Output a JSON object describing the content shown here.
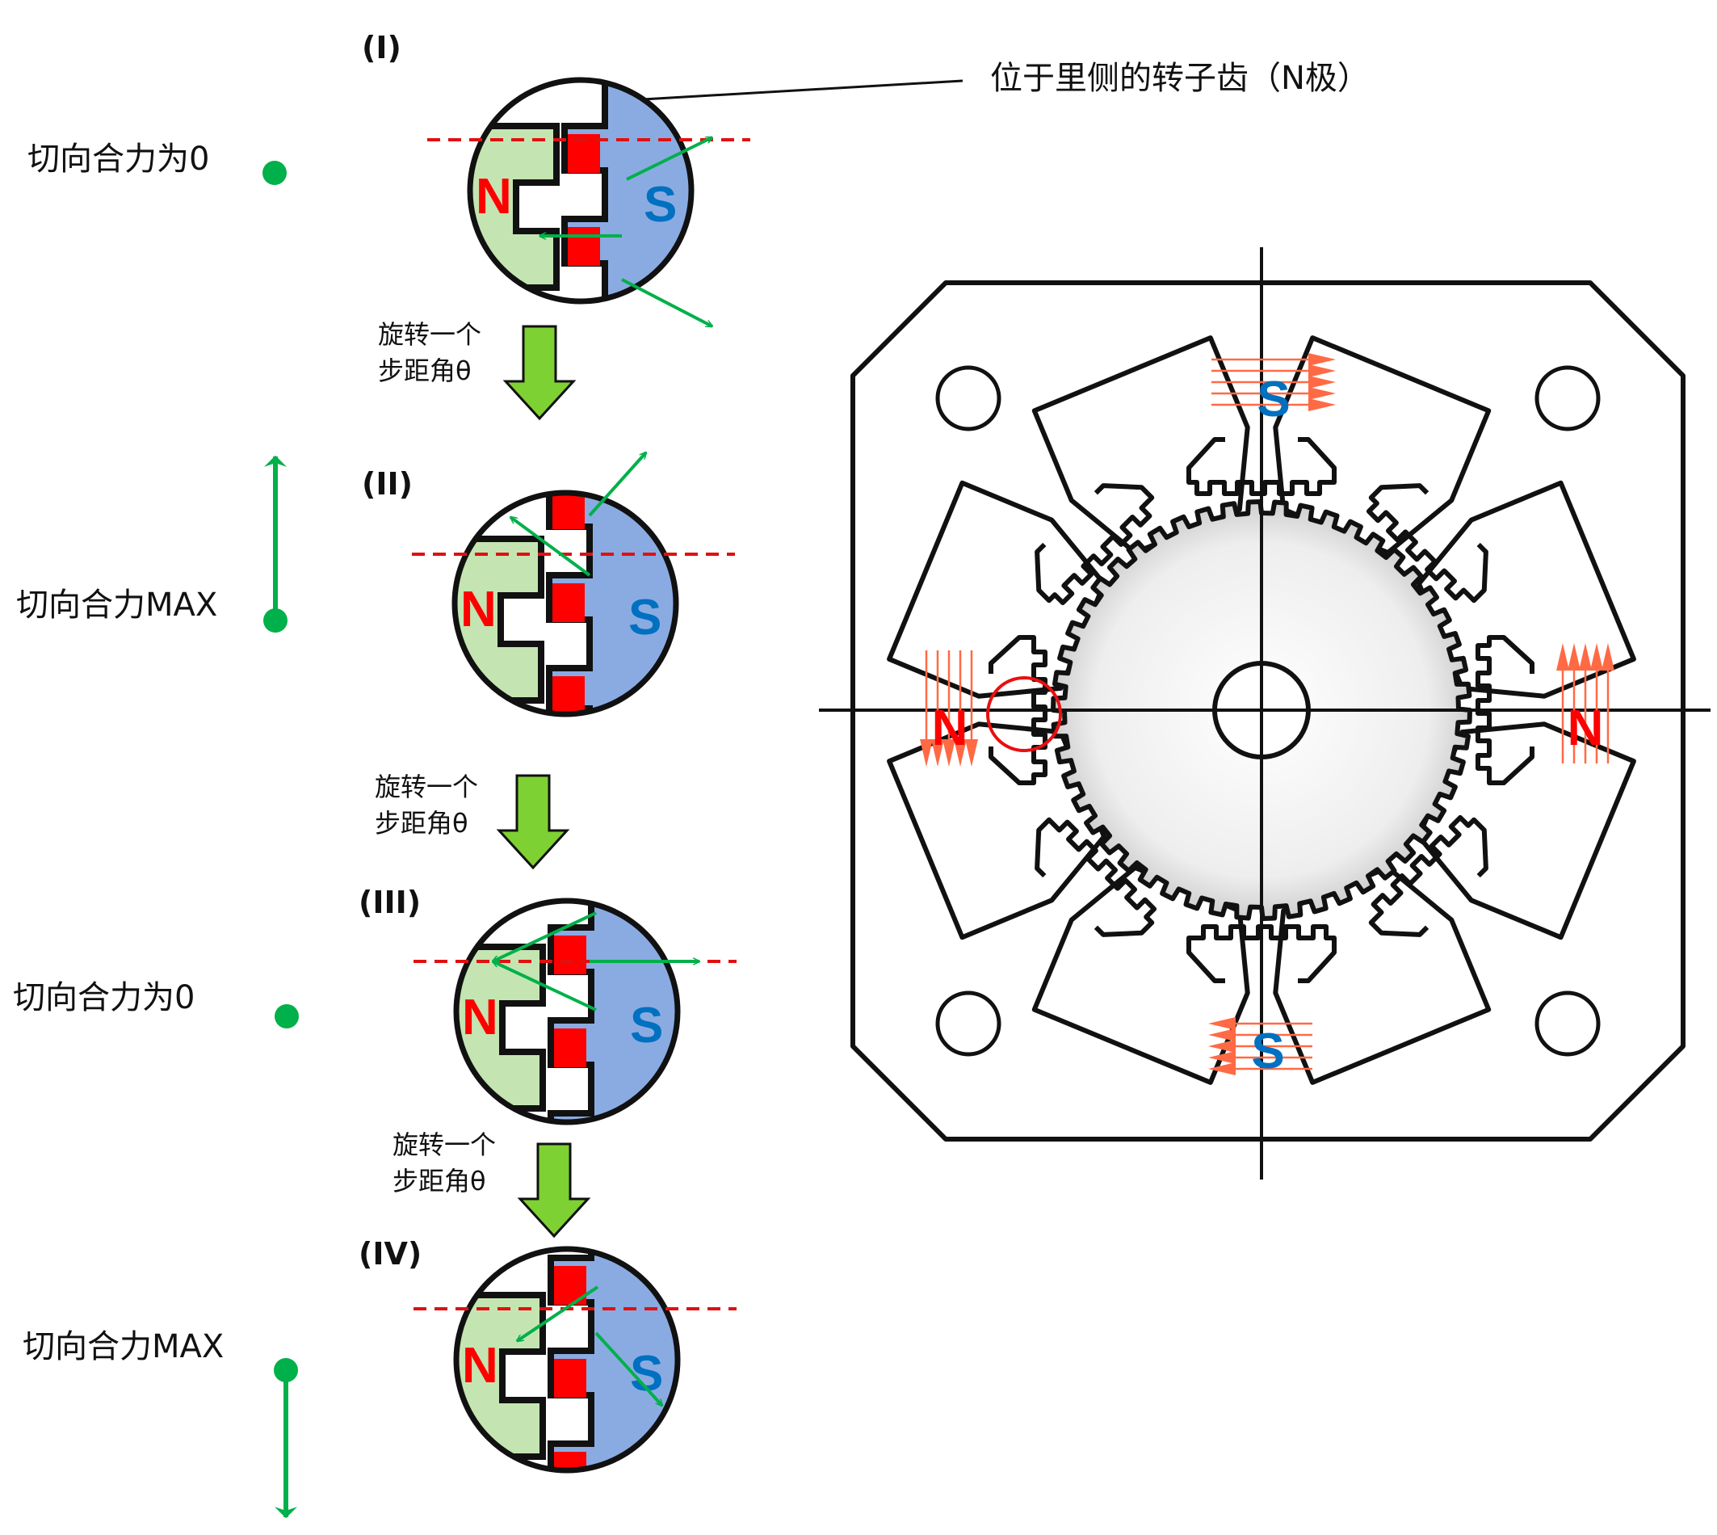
{
  "colors": {
    "stator_n": "#c4e5b1",
    "stator_s": "#8aabe2",
    "tooth_red": "#ff0000",
    "n_label": "#ff0000",
    "s_label": "#0070c0",
    "force_arrow": "#00b04a",
    "step_arrow": "#7ed132",
    "dashed_line": "#e01010",
    "coil": "#ff6a45",
    "outline": "#111111"
  },
  "callout": {
    "text": "位于里侧的转子齿（N极）"
  },
  "stages": [
    {
      "id": "I",
      "label": "(I)",
      "force_text": "切向合力为0",
      "force_state": "zero",
      "pole_n": "N",
      "pole_s": "S"
    },
    {
      "id": "II",
      "label": "(II)",
      "force_text": "切向合力MAX",
      "force_state": "max-up",
      "pole_n": "N",
      "pole_s": "S"
    },
    {
      "id": "III",
      "label": "(III)",
      "force_text": "切向合力为0",
      "force_state": "zero",
      "pole_n": "N",
      "pole_s": "S"
    },
    {
      "id": "IV",
      "label": "(IV)",
      "force_text": "切向合力MAX",
      "force_state": "max-down",
      "pole_n": "N",
      "pole_s": "S"
    }
  ],
  "step_arrows": [
    {
      "line1": "旋转一个",
      "line2": "步距角θ"
    },
    {
      "line1": "旋转一个",
      "line2": "步距角θ"
    },
    {
      "line1": "旋转一个",
      "line2": "步距角θ"
    }
  ],
  "motor": {
    "poles": [
      {
        "position": "top",
        "label": "S"
      },
      {
        "position": "right",
        "label": "N"
      },
      {
        "position": "bottom",
        "label": "S"
      },
      {
        "position": "left",
        "label": "N"
      }
    ],
    "highlight": "left-pole-tooth-alignment"
  }
}
